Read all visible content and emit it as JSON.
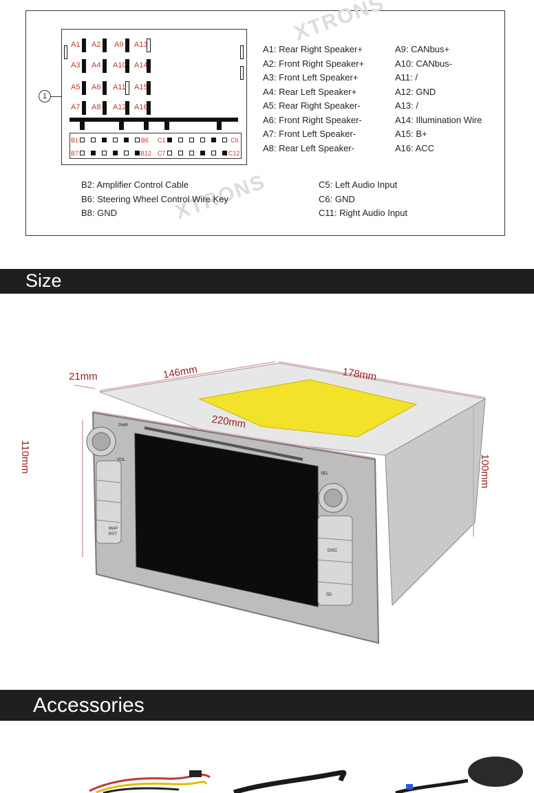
{
  "wiring": {
    "callout": "1",
    "pin_labels": {
      "a1": "A1",
      "a2": "A2",
      "a9": "A9",
      "a13": "A13",
      "a3": "A3",
      "a4": "A4",
      "a10": "A10",
      "a14": "A14",
      "a5": "A5",
      "a6": "A6",
      "a11": "A11",
      "a15": "A15",
      "a7": "A7",
      "a8": "A8",
      "a12": "A12",
      "a16": "A16",
      "b1": "B1",
      "b6": "B6",
      "c1": "C1",
      "c6": "C6",
      "b7": "B7",
      "b12": "B12",
      "c7": "C7",
      "c12": "C12"
    },
    "legend_a_left": [
      "A1: Rear Right Speaker+",
      "A2: Front Right Speaker+",
      "A3: Front Left Speaker+",
      "A4: Rear Left Speaker+",
      "A5: Rear Right Speaker-",
      "A6: Front Right Speaker-",
      "A7: Front Left Speaker-",
      "A8: Rear Left Speaker-"
    ],
    "legend_a_right": [
      "A9: CANbus+",
      "A10: CANbus-",
      "A11: /",
      "A12: GND",
      "A13: /",
      "A14: Illumination Wire",
      "A15: B+",
      "A16: ACC"
    ],
    "legend_b": [
      "B2: Amplifier Control Cable",
      "B6: Steering Wheel Control Wire Key",
      "B8: GND"
    ],
    "legend_c": [
      "C5: Left Audio Input",
      "C6: GND",
      "C11: Right Audio Input"
    ]
  },
  "size_section": {
    "title": "Size",
    "dims": {
      "d21": "21mm",
      "d146": "146mm",
      "d178": "178mm",
      "d220": "220mm",
      "d110": "110mm",
      "d100": "100mm"
    },
    "device_labels": {
      "pwr": "PWR",
      "vol": "VOL",
      "sel": "SEL",
      "disc": "DISC",
      "sd": "SD",
      "map": "MAP",
      "rst": "RST"
    }
  },
  "accessories_section": {
    "title": "Accessories"
  },
  "watermark": "XTRONS",
  "colors": {
    "banner": "#1f1f1f",
    "pin_label": "#c0392b",
    "dimension": "#9b1c1c",
    "sticker": "#f2e22a",
    "chassis": "#b9b9b9"
  }
}
